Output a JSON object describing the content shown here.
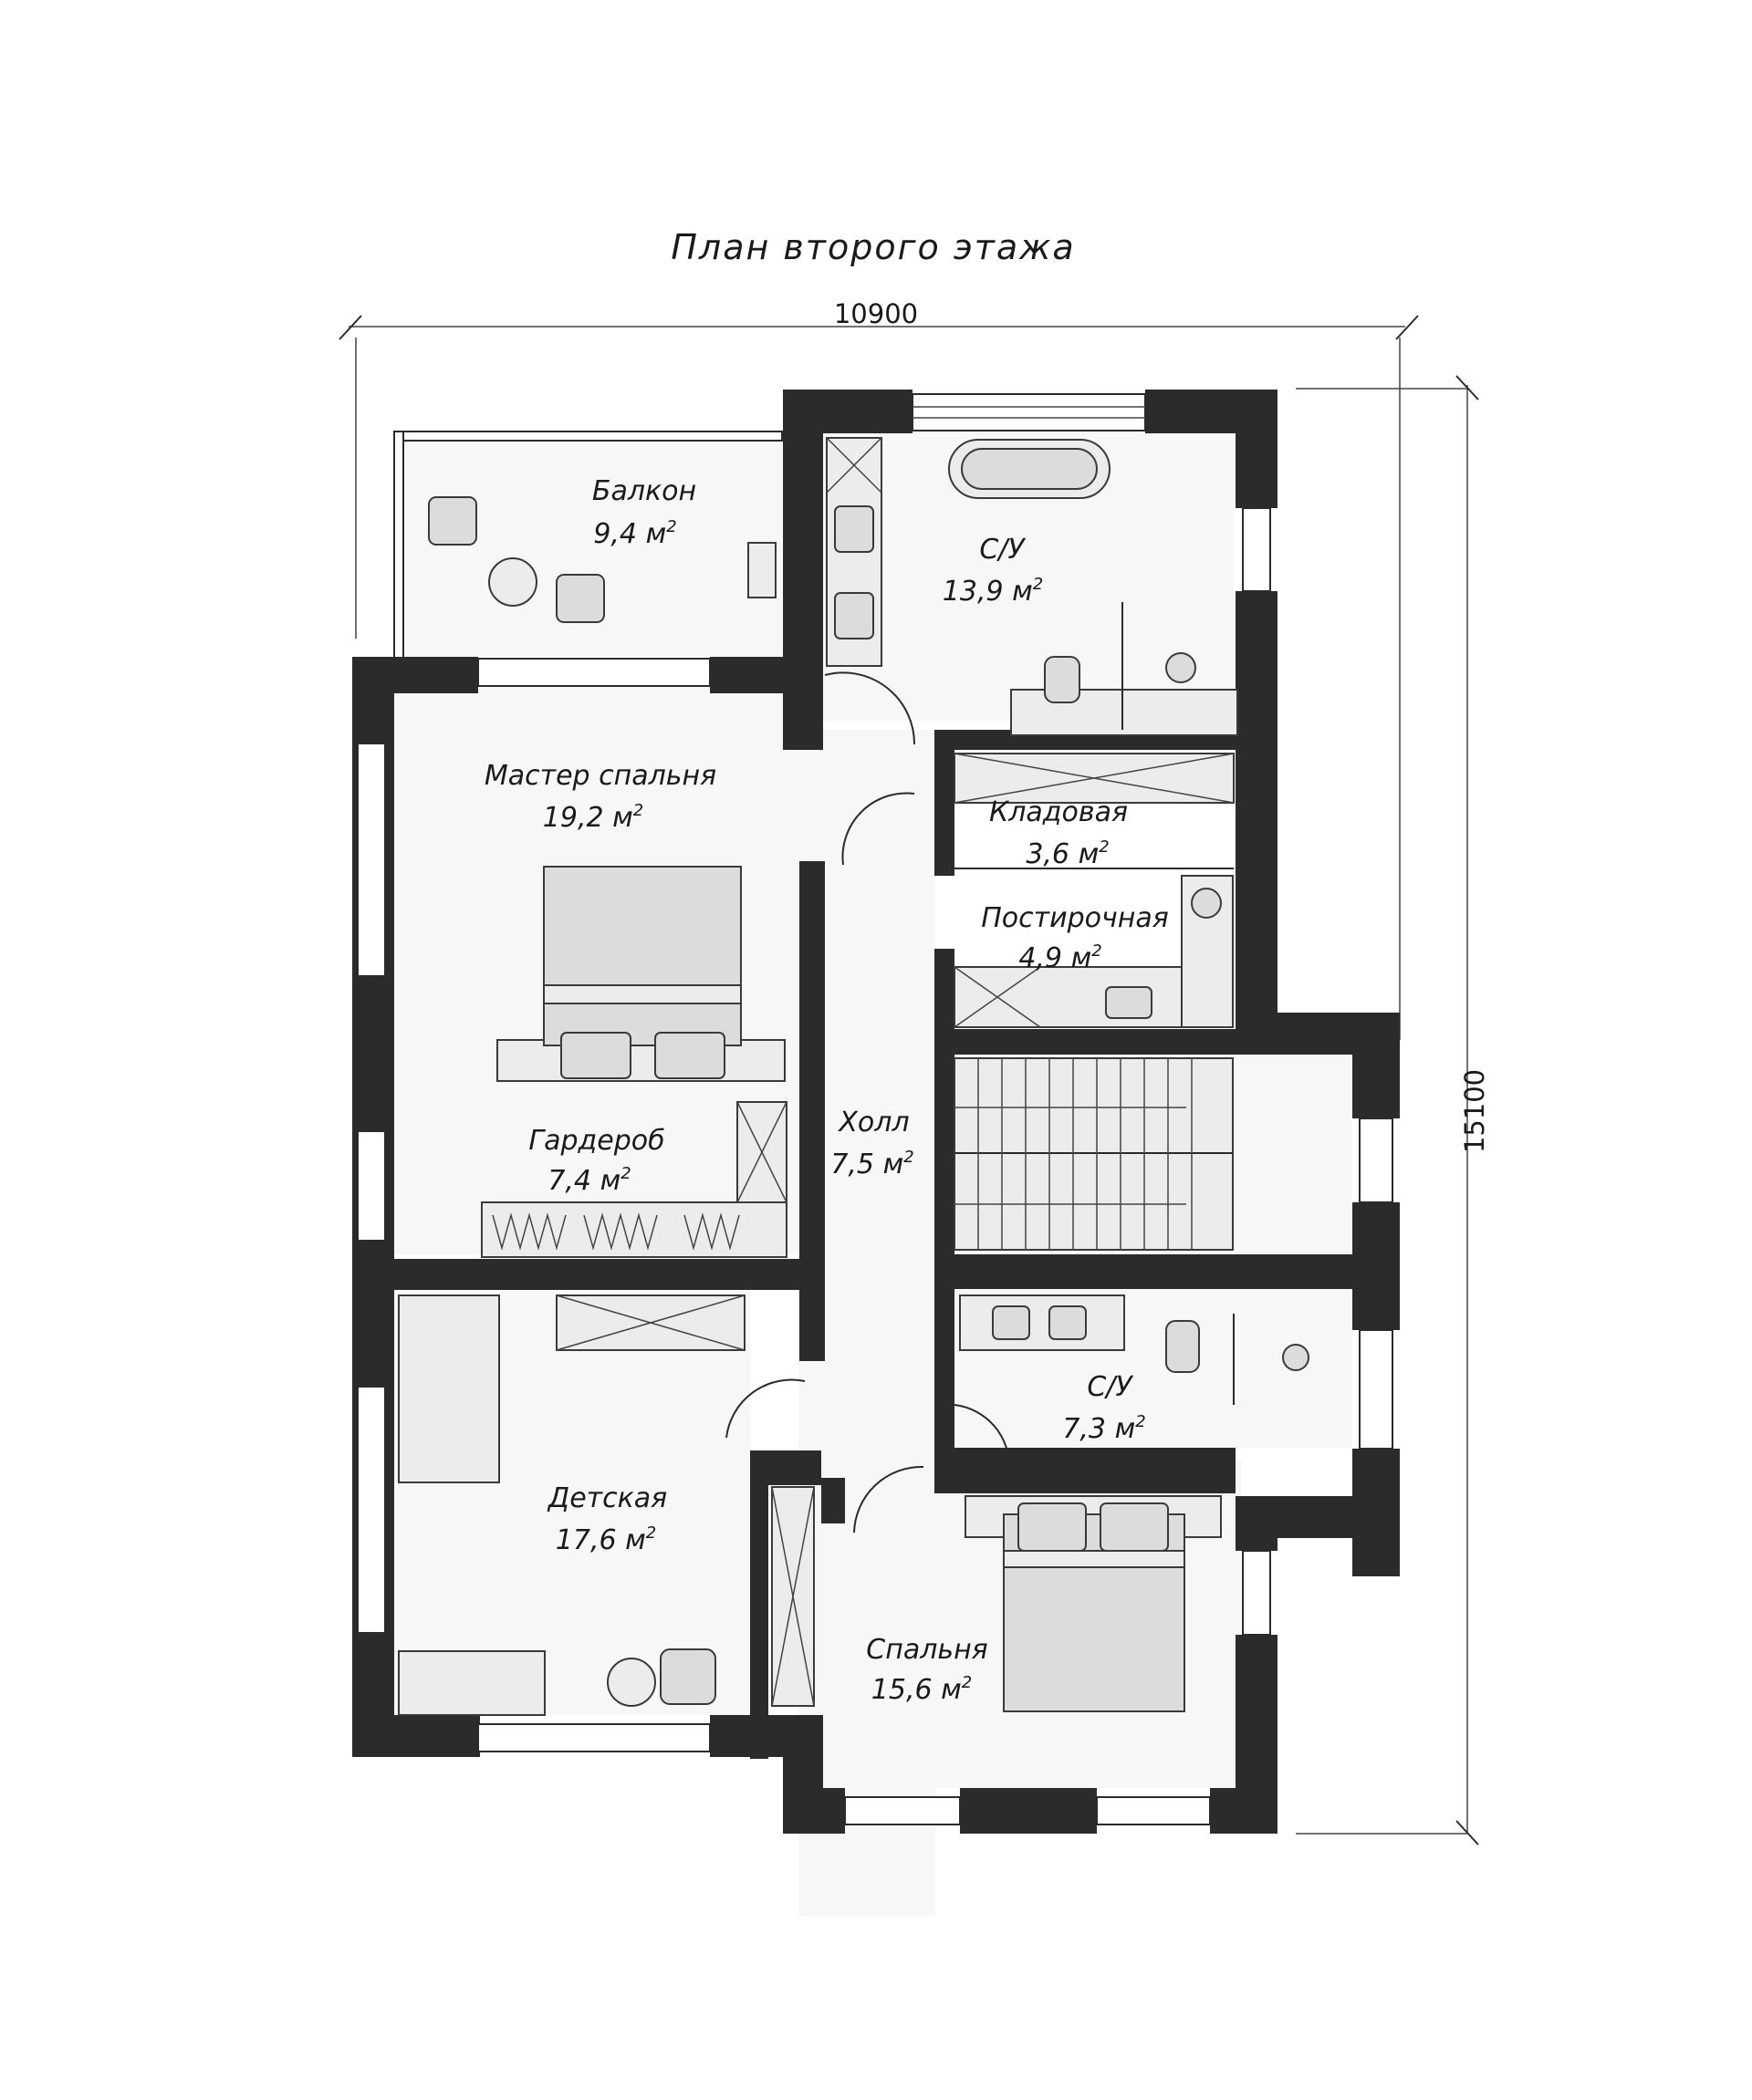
{
  "title": "План второго этажа",
  "dimensions": {
    "width": "10900",
    "height": "15100"
  },
  "rooms": [
    {
      "id": "balcony",
      "name": "Балкон",
      "area": "9,4"
    },
    {
      "id": "bath1",
      "name": "С/У",
      "area": "13,9"
    },
    {
      "id": "master",
      "name": "Мастер спальня",
      "area": "19,2"
    },
    {
      "id": "storage",
      "name": "Кладовая",
      "area": "3,6"
    },
    {
      "id": "laundry",
      "name": "Постирочная",
      "area": "4,9"
    },
    {
      "id": "wardrobe",
      "name": "Гардероб",
      "area": "7,4"
    },
    {
      "id": "hall",
      "name": "Холл",
      "area": "7,5"
    },
    {
      "id": "bath2",
      "name": "С/У",
      "area": "7,3"
    },
    {
      "id": "kids",
      "name": "Детская",
      "area": "17,6"
    },
    {
      "id": "bedroom",
      "name": "Спальня",
      "area": "15,6"
    }
  ],
  "area_unit": "м",
  "area_unit_power": "2"
}
